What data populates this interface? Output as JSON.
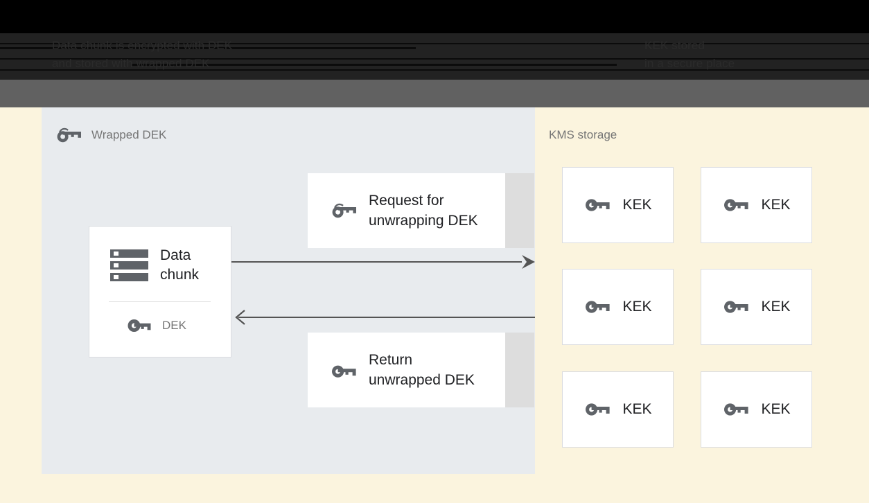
{
  "caption": {
    "left": "Data chunk is encrypted with DEK\nand stored with wrapped DEK",
    "right": "KEK stored\nin a secure place"
  },
  "panels": {
    "left": {
      "title": "Wrapped DEK",
      "title_icon": "wrapped-key-icon",
      "background": "#e8ebee"
    },
    "right": {
      "title": "KMS storage",
      "background": "#fbf4de"
    }
  },
  "data_chunk_card": {
    "icon": "storage-chunk-icon",
    "title": "Data\nchunk",
    "key_icon": "key-icon",
    "key_label": "DEK"
  },
  "messages": [
    {
      "icon": "wrapped-key-icon",
      "label": "Request for\nunwrapping DEK",
      "shadow_color": "#dddddd"
    },
    {
      "icon": "key-icon",
      "label": "Return\nunwrapped DEK",
      "shadow_color": "#dddddd"
    }
  ],
  "arrows": [
    {
      "name": "request-arrow",
      "direction": "right",
      "head": "filled-chevron"
    },
    {
      "name": "return-arrow",
      "direction": "left",
      "head": "open-chevron"
    }
  ],
  "kek_items": [
    {
      "icon": "key-icon",
      "label": "KEK"
    },
    {
      "icon": "key-icon",
      "label": "KEK"
    },
    {
      "icon": "key-icon",
      "label": "KEK"
    },
    {
      "icon": "key-icon",
      "label": "KEK"
    },
    {
      "icon": "key-icon",
      "label": "KEK"
    },
    {
      "icon": "key-icon",
      "label": "KEK"
    }
  ],
  "colors": {
    "panel_grey": "#e8ebee",
    "canvas_cream": "#fbf4de",
    "bar_grey": "#616161",
    "icon_grey": "#5f6368",
    "text_dark": "#202124",
    "text_muted": "#757575",
    "card_border": "#dadce0",
    "arrow": "#545454"
  }
}
